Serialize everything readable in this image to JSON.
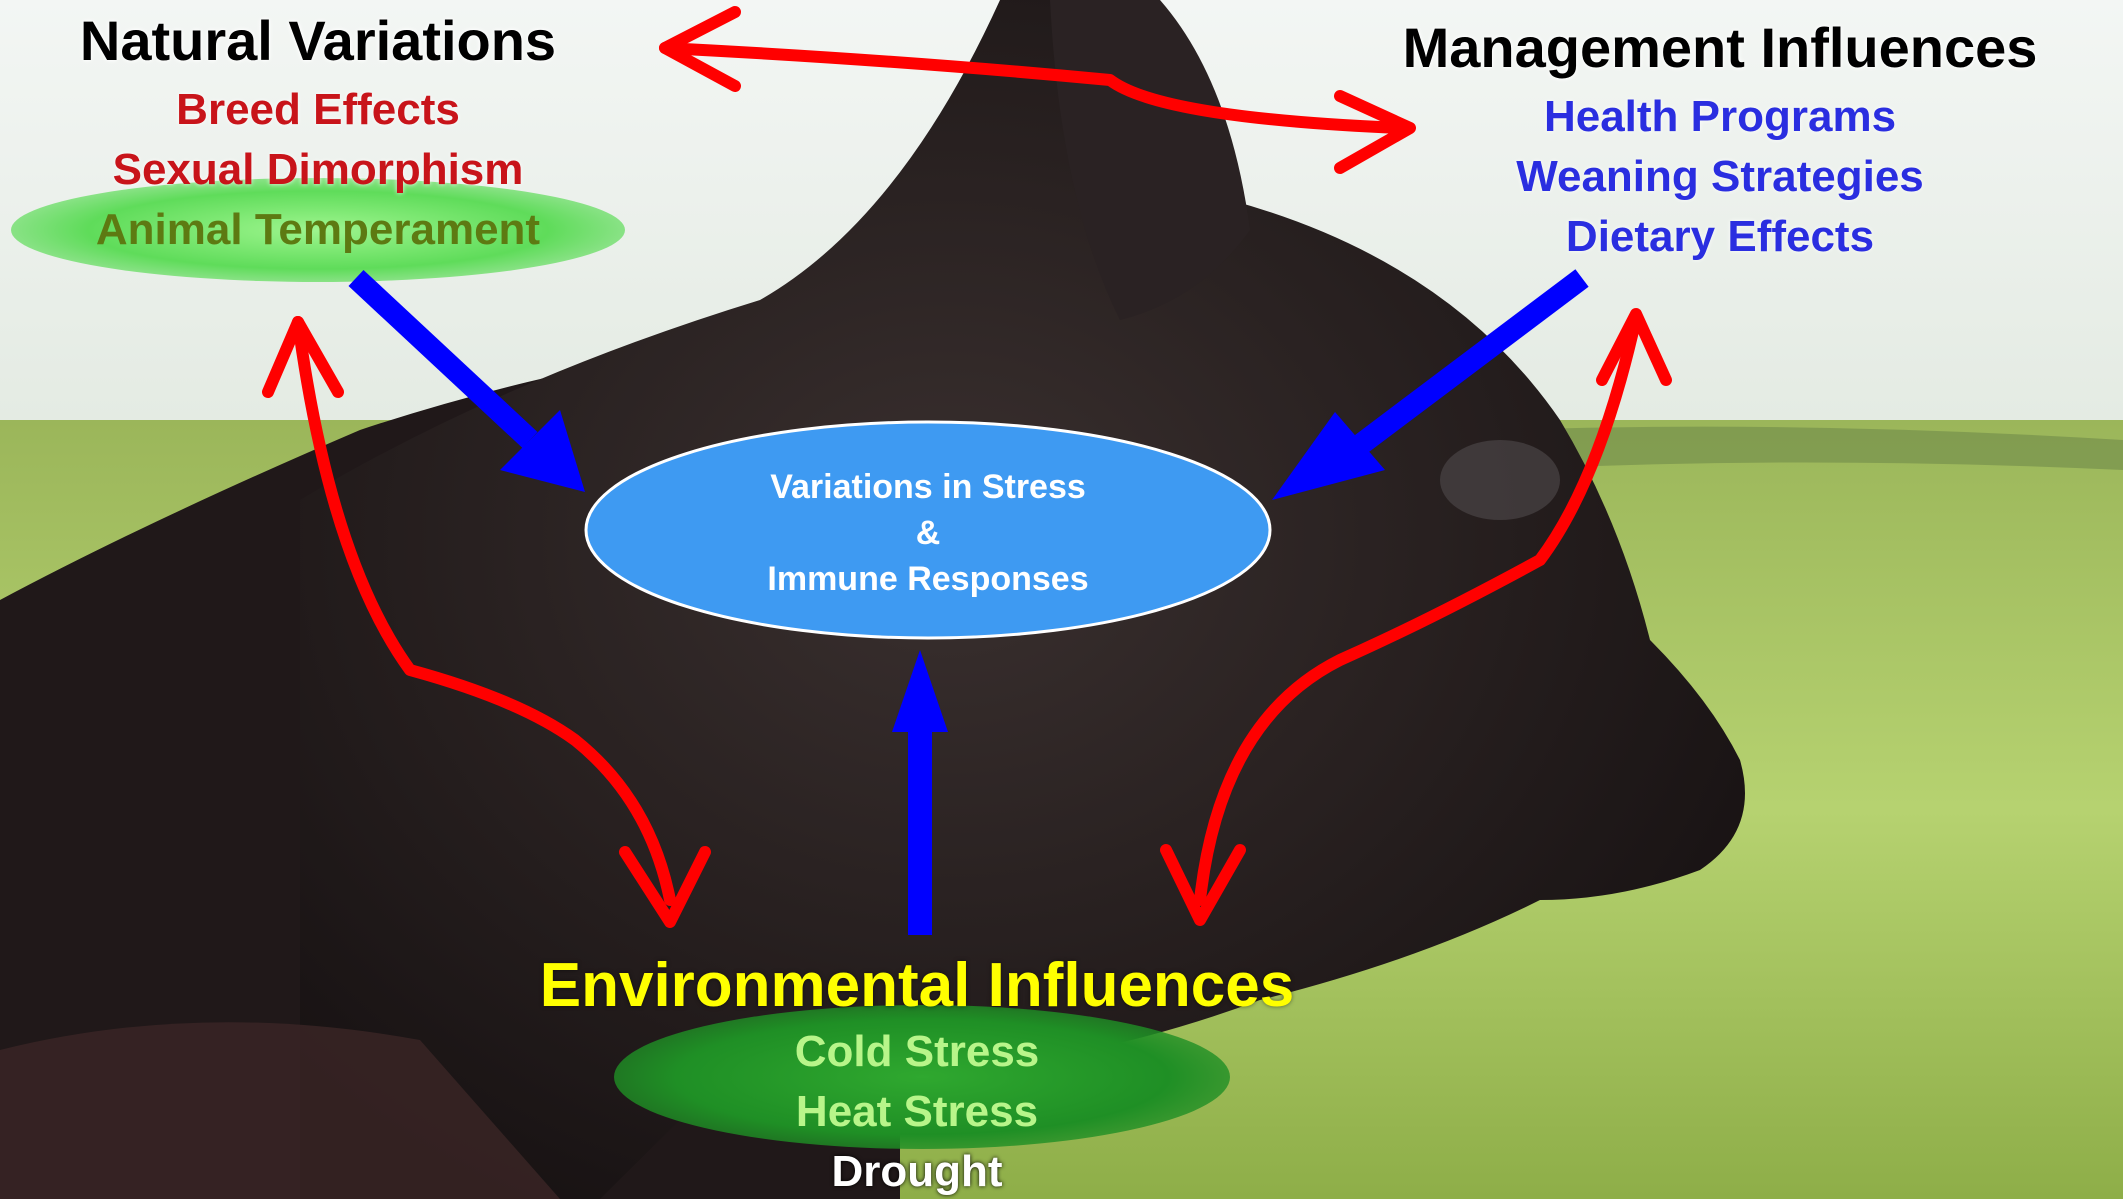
{
  "natural": {
    "title": "Natural Variations",
    "items": [
      "Breed Effects",
      "Sexual Dimorphism",
      "Animal Temperament"
    ]
  },
  "management": {
    "title": "Management Influences",
    "items": [
      "Health Programs",
      "Weaning Strategies",
      "Dietary Effects"
    ]
  },
  "center": {
    "line1": "Variations in Stress",
    "line2": "&",
    "line3": "Immune Responses"
  },
  "environmental": {
    "title": "Environmental Influences",
    "items": [
      "Cold Stress",
      "Heat Stress",
      "Drought"
    ]
  },
  "colors": {
    "natural_items": "#c8141a",
    "management_items": "#2a2ee0",
    "environmental_title": "#ffff00",
    "center_ellipse": "#3e9af2",
    "arrow_red": "#ff0000",
    "arrow_blue": "#0000ff",
    "highlight_green": "#33b83a"
  },
  "background": "photo-calf-in-grass"
}
